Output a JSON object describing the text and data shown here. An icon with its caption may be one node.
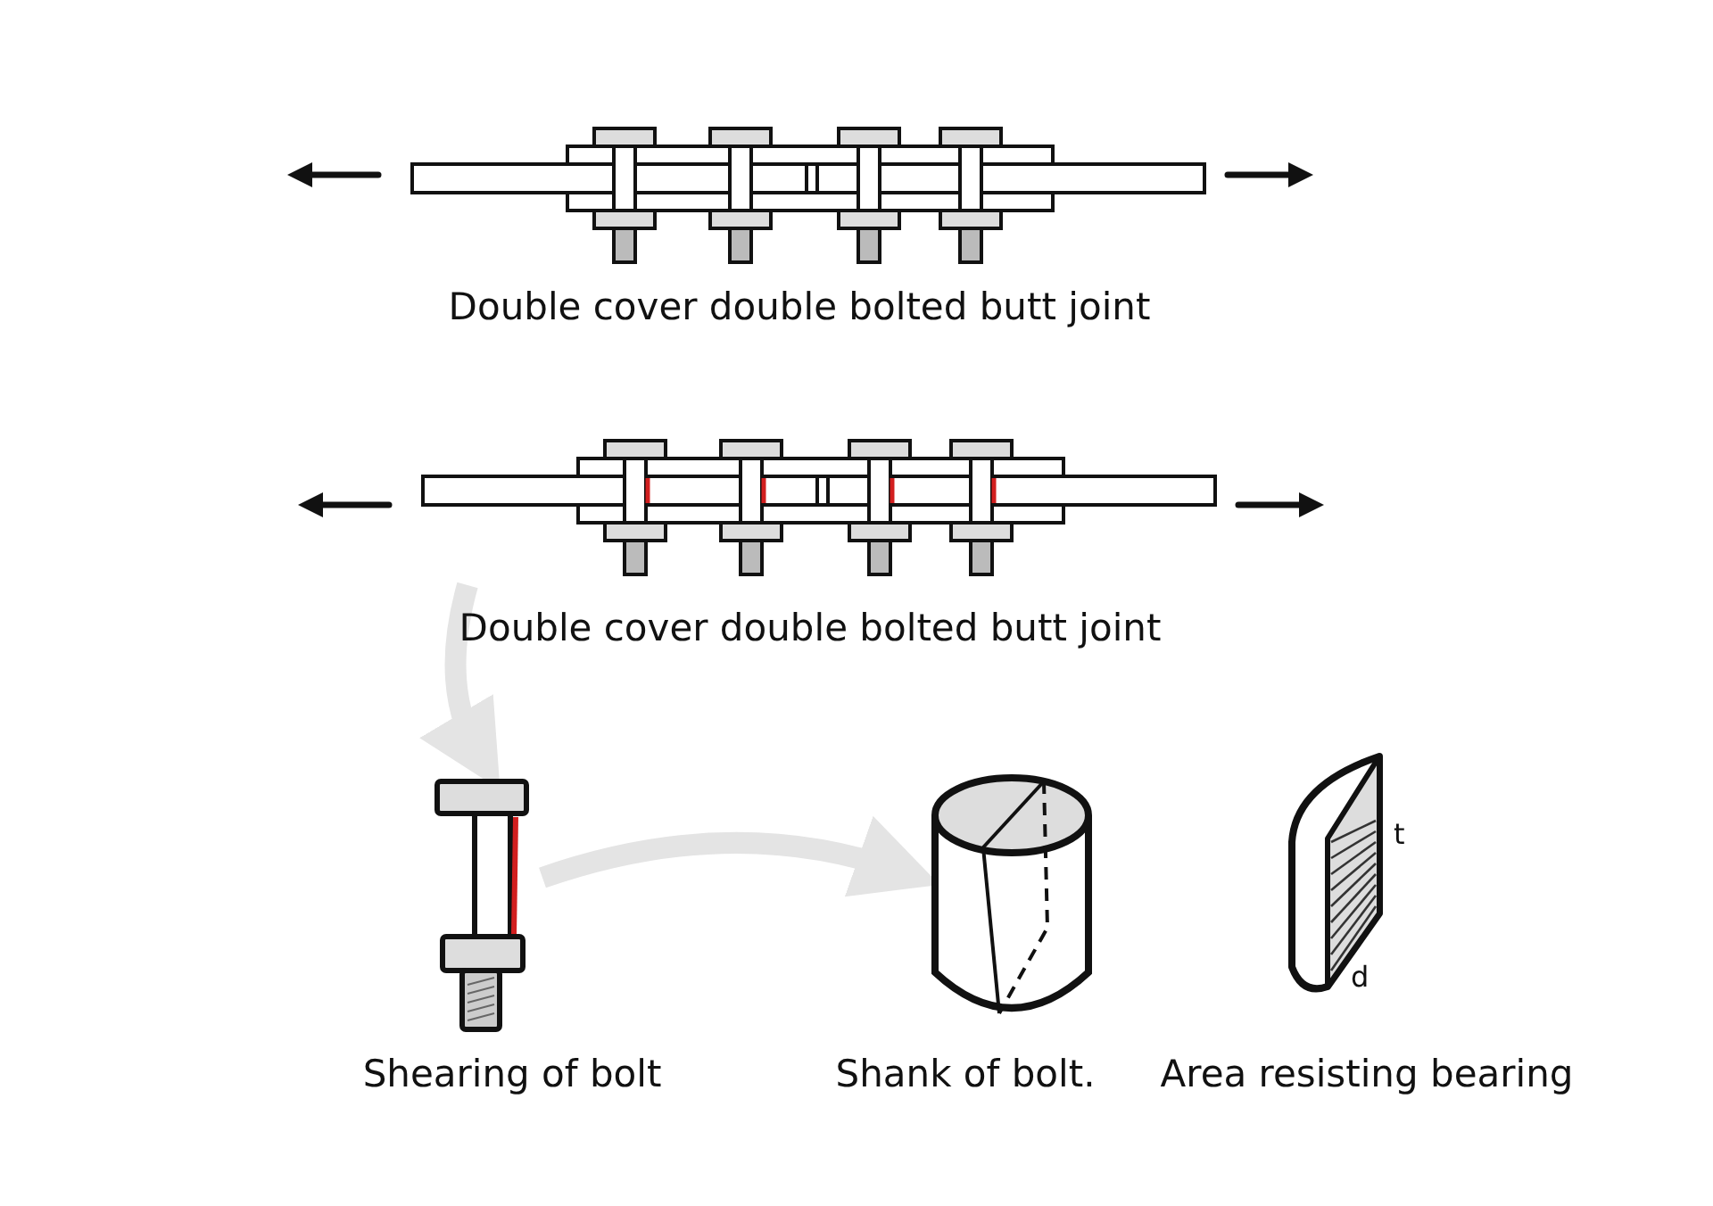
{
  "diagram": {
    "nodes": [
      {
        "text": [
          "Double cover double bolted butt joint"
        ]
      },
      {
        "text": [
          "Double cover double bolted butt joint"
        ]
      },
      {
        "text": [
          "Shearing of bolt"
        ]
      },
      {
        "text": [
          "Shank of bolt."
        ]
      },
      {
        "text": [
          "Area resisting bearing"
        ]
      }
    ],
    "edges": [
      {
        "from": 1,
        "to": 2,
        "arrow": "to"
      },
      {
        "from": 2,
        "to": 3,
        "arrow": "to"
      }
    ],
    "labels": [
      "t",
      "d"
    ]
  }
}
